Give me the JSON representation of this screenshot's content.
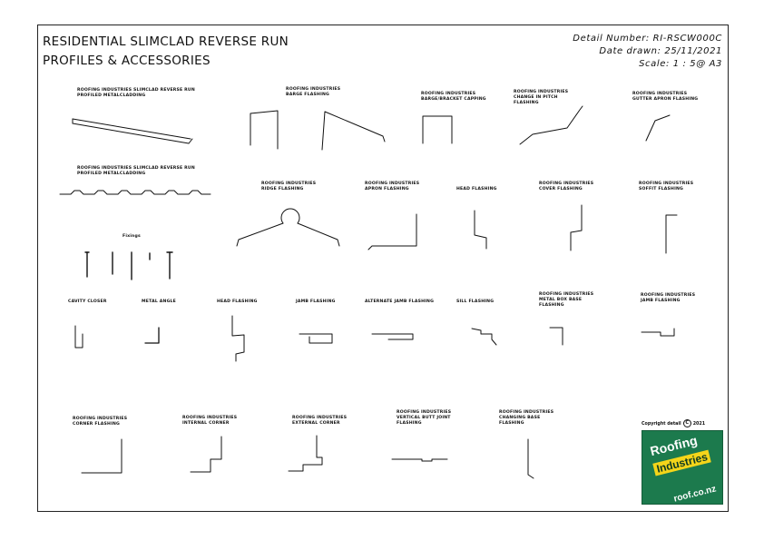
{
  "title": {
    "line1": "RESIDENTIAL SLIMCLAD REVERSE RUN",
    "line2": "PROFILES & ACCESSORIES"
  },
  "meta": {
    "detail_number": "Detail Number:  RI-RSCW000C",
    "date_drawn": "Date drawn:  25/11/2021",
    "scale": "Scale:   1 : 5@ A3"
  },
  "labels": {
    "profile_1": "ROOFING INDUSTRIES SLIMCLAD REVERSE RUN\nPROFILED METALCLADDING",
    "profile_2": "ROOFING INDUSTRIES SLIMCLAD REVERSE RUN\nPROFILED METALCLADDING",
    "barge": "ROOFING INDUSTRIES\nBARGE FLASHING",
    "barge_bracket": "ROOFING INDUSTRIES\nBARGE/BRACKET CAPPING",
    "change_pitch": "ROOFING INDUSTRIES\nCHANGE IN PITCH\nFLASHING",
    "gutter_apron": "ROOFING INDUSTRIES\nGUTTER APRON FLASHING",
    "ridge": "ROOFING INDUSTRIES\nRIDGE FLASHING",
    "apron": "ROOFING INDUSTRIES\nAPRON FLASHING",
    "head": "HEAD FLASHING",
    "soffit_cover": "ROOFING INDUSTRIES\nCOVER FLASHING",
    "soffit": "ROOFING INDUSTRIES\nSOFFIT FLASHING",
    "fixings": "Fixings",
    "cavity_closer": "CAVITY CLOSER",
    "metal_angle": "METAL ANGLE",
    "head_flashing_2": "HEAD FLASHING",
    "jamb_flashing": "JAMB FLASHING",
    "alternate_jamb": "ALTERNATE JAMB FLASHING",
    "sill_flashing": "SILL FLASHING",
    "metal_box_base": "ROOFING INDUSTRIES\nMETAL BOX BASE\nFLASHING",
    "jamb_flashing_2": "ROOFING INDUSTRIES\nJAMB FLASHING",
    "corner": "ROOFING INDUSTRIES\nCORNER FLASHING",
    "internal_corner": "ROOFING INDUSTRIES\nINTERNAL CORNER",
    "external_corner": "ROOFING INDUSTRIES\nEXTERNAL CORNER",
    "vertical_butt": "ROOFING INDUSTRIES\nVERTICAL BUTT JOINT\nFLASHING",
    "changing_base": "ROOFING INDUSTRIES\nCHANGING BASE\nFLASHING"
  },
  "copyright": {
    "text": "Copyright detail",
    "symbol": "C",
    "year": "2021"
  },
  "logo": {
    "word1": "Roofing",
    "word2": "Industries",
    "url": "roof.co.nz",
    "brand_green": "#1c7a4d",
    "brand_yellow": "#f4d51a"
  }
}
